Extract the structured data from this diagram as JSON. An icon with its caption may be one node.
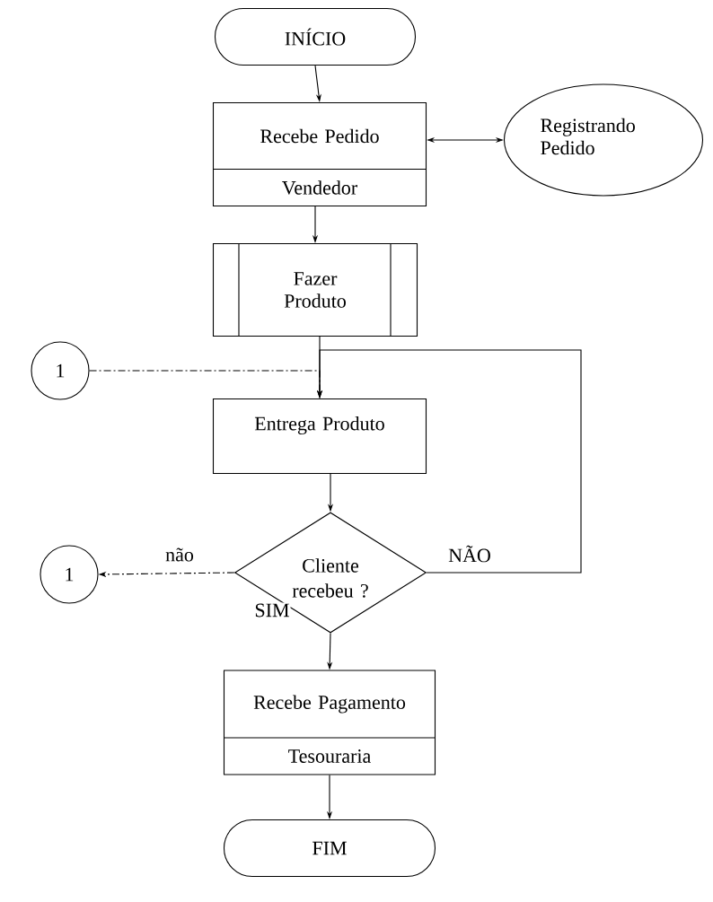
{
  "diagram": {
    "nodes": [
      {
        "text": [
          "INÍCIO"
        ]
      },
      {
        "text": [
          "Recebe Pedido",
          "Vendedor"
        ]
      },
      {
        "text": [
          "Registrando Pedido"
        ]
      },
      {
        "text": [
          "Fazer Produto"
        ]
      },
      {
        "text": [
          "1"
        ]
      },
      {
        "text": [
          "Entrega Produto"
        ]
      },
      {
        "text": [
          "Cliente recebeu ?"
        ]
      },
      {
        "text": [
          "1"
        ]
      },
      {
        "text": [
          "Recebe Pagamento",
          "Tesouraria"
        ]
      },
      {
        "text": [
          "FIM"
        ]
      }
    ],
    "edges": [
      {
        "from": 0,
        "to": 1,
        "arrow": "to"
      },
      {
        "from": 1,
        "to": 2,
        "arrow": "both"
      },
      {
        "from": 1,
        "to": 3,
        "arrow": "to"
      },
      {
        "from": 3,
        "to": 5,
        "arrow": "to"
      },
      {
        "from": 4,
        "to": 5,
        "arrow": "to",
        "style": "dashed"
      },
      {
        "from": 5,
        "to": 6,
        "arrow": "to"
      },
      {
        "from": 6,
        "to": 5,
        "arrow": "to",
        "label": "NÃO"
      },
      {
        "from": 6,
        "to": 7,
        "arrow": "to",
        "style": "dashed",
        "label": "não"
      },
      {
        "from": 6,
        "to": 8,
        "arrow": "to",
        "label": "SIM"
      },
      {
        "from": 8,
        "to": 9,
        "arrow": "to"
      }
    ]
  }
}
